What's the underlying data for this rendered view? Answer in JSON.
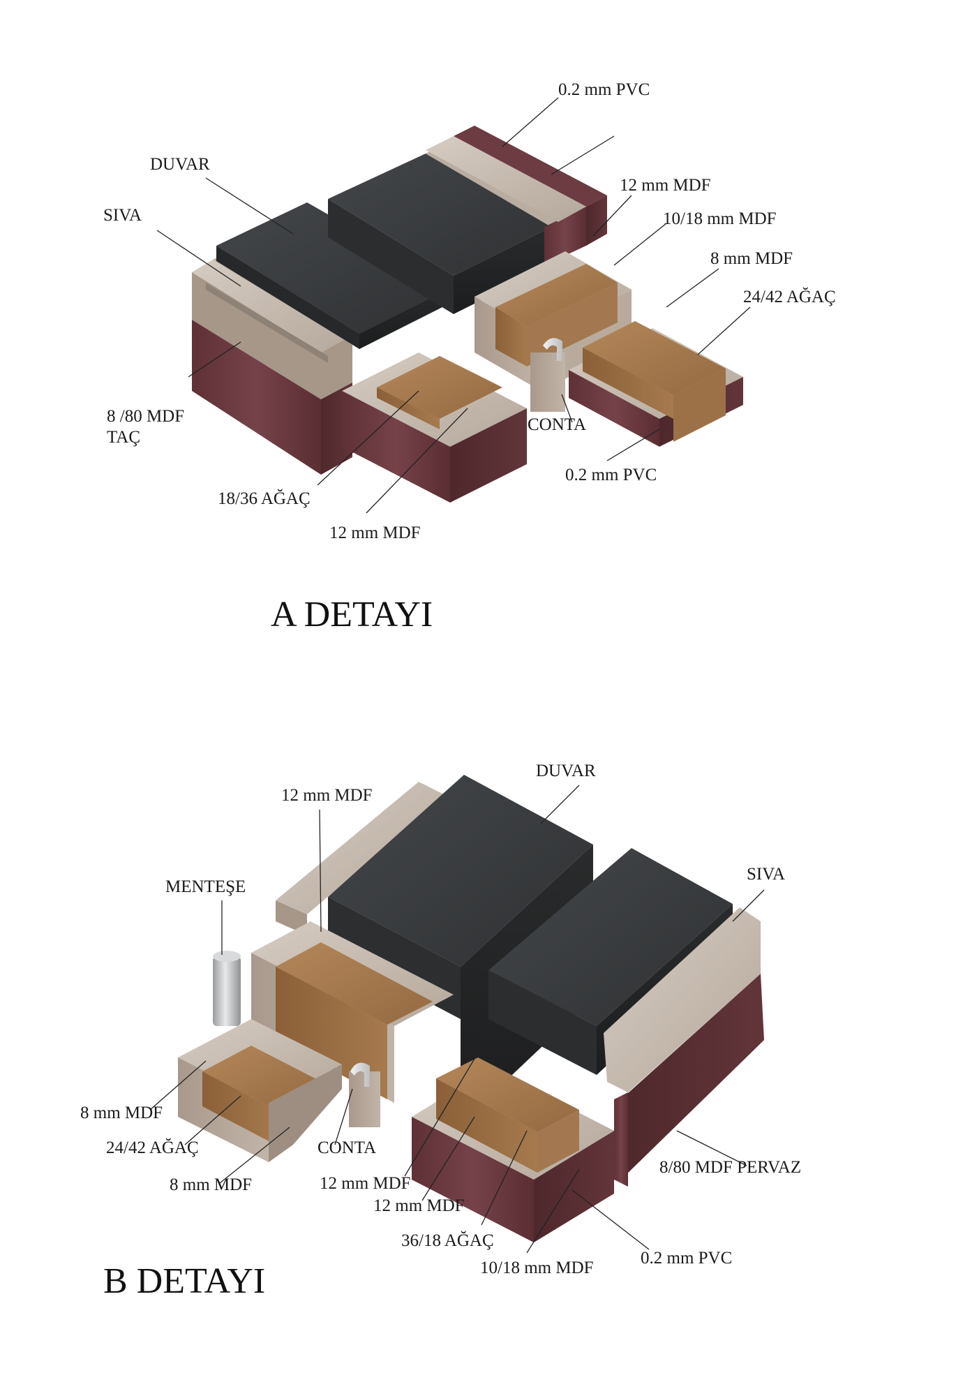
{
  "detail_a": {
    "title": "A DETAYI",
    "labels": {
      "pvc_top": "0.2 mm PVC",
      "duvar": "DUVAR",
      "mdf12_top": "12 mm MDF",
      "mdf1018": "10/18 mm MDF",
      "siva": "SIVA",
      "mdf8": "8 mm MDF",
      "agac2442": "24/42  AĞAÇ",
      "tac_line1": "8 /80 MDF",
      "tac_line2": "TAÇ",
      "conta": "CONTA",
      "pvc_bottom": "0.2 mm PVC",
      "agac1836": "18/36  AĞAÇ",
      "mdf12_bottom": "12 mm MDF"
    }
  },
  "detail_b": {
    "title": "B DETAYI",
    "labels": {
      "duvar": "DUVAR",
      "mdf12_top": "12 mm MDF",
      "mentese": "MENTEŞE",
      "siva": "SIVA",
      "mdf8_left": "8 mm MDF",
      "agac2442": "24/42  AĞAÇ",
      "conta": "CONTA",
      "mdf8_bottom": "8 mm MDF",
      "mdf12_a": "12 mm MDF",
      "mdf12_b": "12 mm MDF",
      "pervaz": "8/80  MDF  PERVAZ",
      "agac3618": "36/18  AĞAÇ",
      "pvc": "0.2 mm PVC",
      "mdf1018": "10/18 mm MDF"
    }
  },
  "colors": {
    "wall": "#3a3c3d",
    "plaster": "#c7bcb1",
    "veneer": "#6b3a3f",
    "wood": "#a5774c",
    "gasket": "#dcdcdc"
  }
}
